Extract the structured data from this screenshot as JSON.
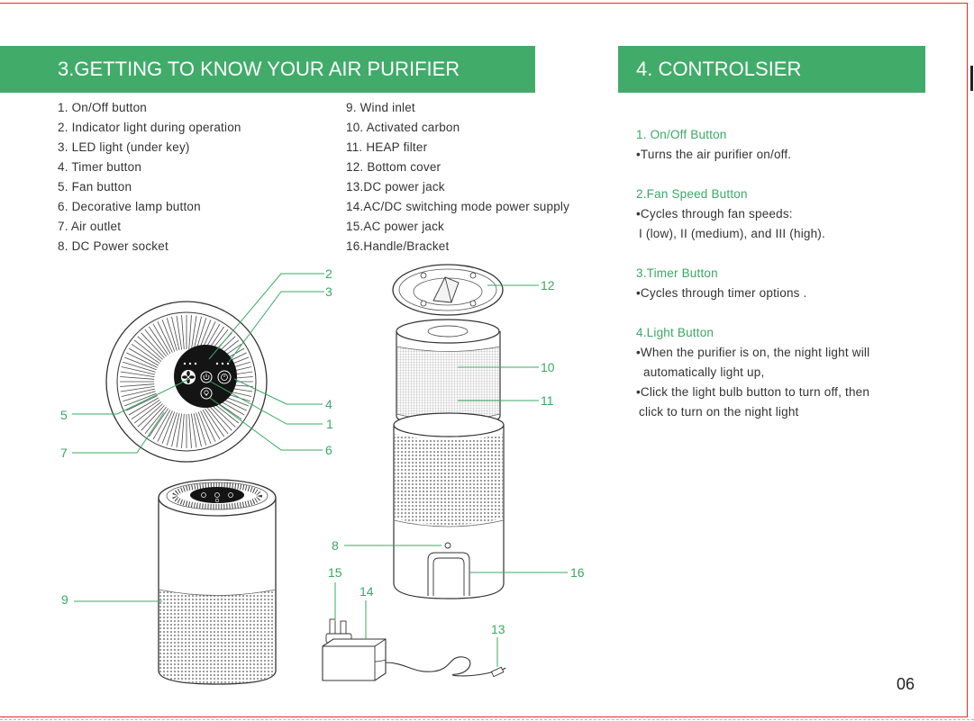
{
  "left_section": {
    "title": "3.GETTING TO KNOW YOUR AIR PURIFIER",
    "parts_col1": [
      "1. On/Off button",
      "2. Indicator light during operation",
      "3. LED light (under key)",
      "4. Timer button",
      "5. Fan button",
      "6. Decorative lamp button",
      "7. Air outlet",
      "8. DC Power socket"
    ],
    "parts_col2": [
      "9. Wind inlet",
      "10. Activated carbon",
      "11. HEAP filter",
      "12. Bottom cover",
      "13.DC power jack",
      "14.AC/DC switching mode power supply",
      "15.AC power jack",
      "16.Handle/Bracket"
    ]
  },
  "right_section": {
    "title": "4. CONTROLSIER",
    "controls": [
      {
        "heading": "1. On/Off Button",
        "lines": [
          "•Turns the air purifier on/off."
        ]
      },
      {
        "heading": "2.Fan Speed Button",
        "lines": [
          "•Cycles through fan speeds:",
          "I (low), II (medium), and III (high)."
        ]
      },
      {
        "heading": "3.Timer Button",
        "lines": [
          "•Cycles through timer options ."
        ]
      },
      {
        "heading": "4.Light Button",
        "lines": [
          "•When the purifier is on, the night light will",
          "automatically light up,",
          "•Click the light bulb button to turn off, then",
          "click to turn on the night light"
        ]
      }
    ]
  },
  "callouts": {
    "n1": "1",
    "n2": "2",
    "n3": "3",
    "n4": "4",
    "n5": "5",
    "n6": "6",
    "n7": "7",
    "n8": "8",
    "n9": "9",
    "n10": "10",
    "n11": "11",
    "n12": "12",
    "n13": "13",
    "n14": "14",
    "n15": "15",
    "n16": "16"
  },
  "page_number": "06",
  "colors": {
    "accent": "#41ab6a",
    "callout": "#3aa865",
    "border": "#e12a2a"
  }
}
